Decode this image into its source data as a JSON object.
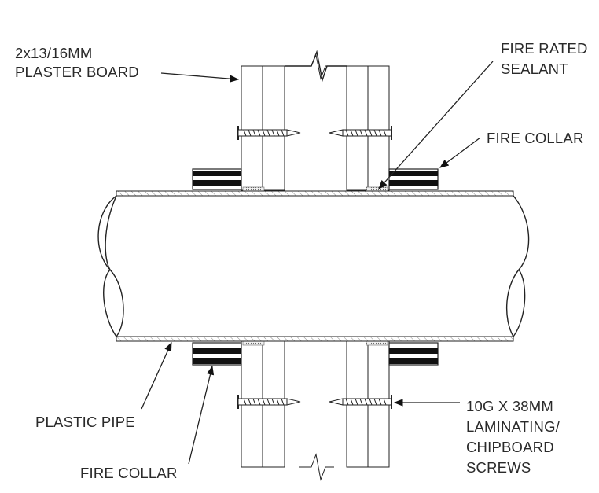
{
  "labels": {
    "plasterboard": [
      "2x13/16MM",
      "PLASTER BOARD"
    ],
    "sealant": [
      "FIRE RATED",
      "SEALANT"
    ],
    "collar_top": "FIRE COLLAR",
    "pipe": "PLASTIC PIPE",
    "collar_bottom": "FIRE COLLAR",
    "screws": [
      "10G X 38MM",
      "LAMINATING/",
      "CHIPBOARD",
      "SCREWS"
    ]
  }
}
